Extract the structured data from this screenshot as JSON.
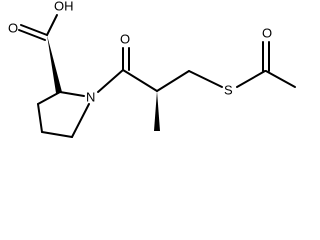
{
  "molecule": {
    "atoms": {
      "oh": "OH",
      "carbonyl_o_acid": "O",
      "n": "N",
      "carbonyl_o_amide": "O",
      "s": "S",
      "carbonyl_o_thioester": "O"
    }
  }
}
